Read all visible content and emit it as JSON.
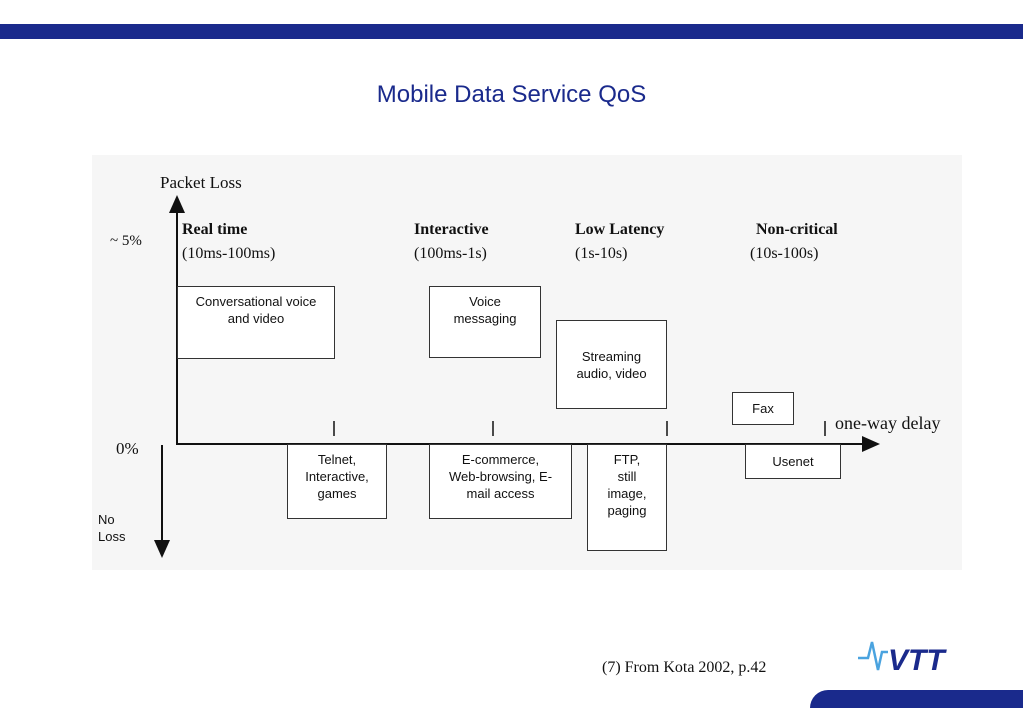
{
  "slide": {
    "title": "Mobile Data Service QoS",
    "footnote": "(7) From Kota 2002, p.42",
    "logo_text": "VTT",
    "brand_color": "#1a2a8c"
  },
  "diagram": {
    "y_axis_label": "Packet Loss",
    "y_tick_high": "~ 5%",
    "y_tick_zero": "0%",
    "y_tick_low": [
      "No",
      "Loss"
    ],
    "x_axis_label": "one-way delay",
    "categories": [
      {
        "name": "Real time",
        "range": "(10ms-100ms)"
      },
      {
        "name": "Interactive",
        "range": "(100ms-1s)"
      },
      {
        "name": "Low Latency",
        "range": "(1s-10s)"
      },
      {
        "name": "Non-critical",
        "range": "(10s-100s)"
      }
    ],
    "services_above": [
      {
        "label": "Conversational voice\nand video"
      },
      {
        "label": "Voice\nmessaging"
      },
      {
        "label": "Streaming\naudio, video"
      },
      {
        "label": "Fax"
      }
    ],
    "services_below": [
      {
        "label": "Telnet,\nInteractive,\ngames"
      },
      {
        "label": "E-commerce,\nWeb-browsing, E-\nmail access"
      },
      {
        "label": "FTP,\nstill\nimage,\npaging"
      },
      {
        "label": "Usenet"
      }
    ]
  }
}
